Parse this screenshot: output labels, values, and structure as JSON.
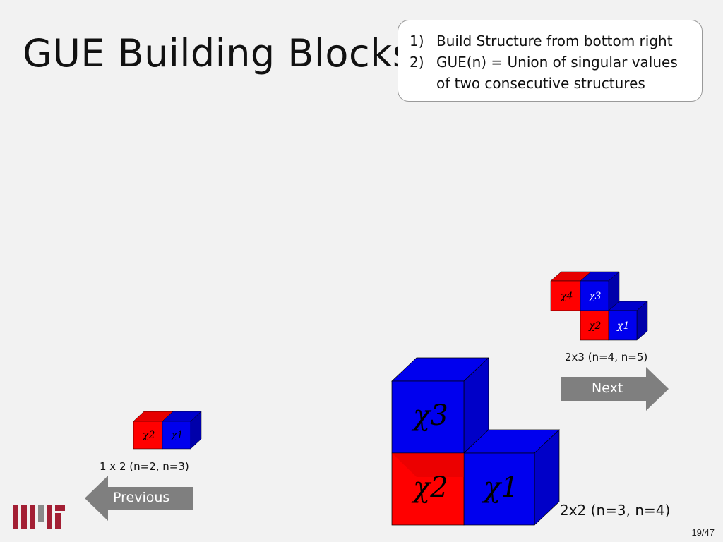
{
  "slide": {
    "title": "GUE Building Blocks",
    "page_number": "19/47",
    "logo_text": "MIT"
  },
  "note": {
    "items": [
      {
        "num": "1)",
        "text": "Build Structure from bottom right"
      },
      {
        "num": "2)",
        "text": "GUE(n) = Union of  singular values of two consecutive structures"
      }
    ]
  },
  "structures": {
    "small": {
      "caption": "1 x 2  (n=2, n=3)",
      "labels": {
        "chi2": "χ2",
        "chi1": "χ1"
      }
    },
    "large": {
      "caption": "2x2  (n=3, n=4)",
      "labels": {
        "chi3": "χ3",
        "chi2": "χ2",
        "chi1": "χ1"
      }
    },
    "next_structure": {
      "caption": "2x3  (n=4, n=5)",
      "labels": {
        "chi4": "χ4",
        "chi3": "χ3",
        "chi2": "χ2",
        "chi1": "χ1"
      }
    }
  },
  "navigation": {
    "next_label": "Next",
    "previous_label": "Previous"
  },
  "colors": {
    "red": "#ff0000",
    "blue": "#0000ee",
    "arrow": "#7f7f7f",
    "mit_logo": "#a31f34"
  }
}
